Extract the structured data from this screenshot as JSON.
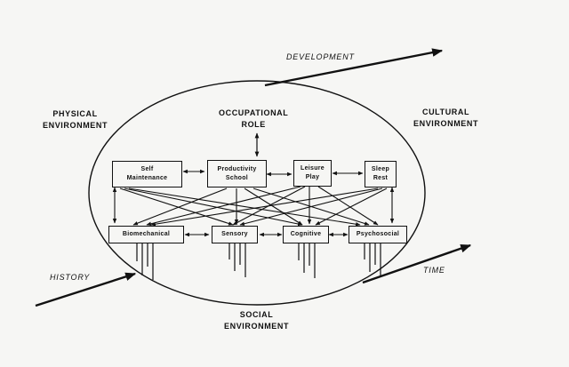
{
  "labels": {
    "development": "DEVELOPMENT",
    "physical_1": "PHYSICAL",
    "physical_2": "ENVIRONMENT",
    "occupational_1": "OCCUPATIONAL",
    "occupational_2": "ROLE",
    "cultural_1": "CULTURAL",
    "cultural_2": "ENVIRONMENT",
    "history": "HISTORY",
    "time": "TIME",
    "social_1": "SOCIAL",
    "social_2": "ENVIRONMENT"
  },
  "top_boxes": [
    {
      "line1": "Self",
      "line2": "Maintenance"
    },
    {
      "line1": "Productivity",
      "line2": "School"
    },
    {
      "line1": "Leisure",
      "line2": "Play"
    },
    {
      "line1": "Sleep",
      "line2": "Rest"
    }
  ],
  "bottom_boxes": [
    {
      "label": "Biomechanical"
    },
    {
      "label": "Sensory"
    },
    {
      "label": "Cognitive"
    },
    {
      "label": "Psychosocial"
    }
  ]
}
